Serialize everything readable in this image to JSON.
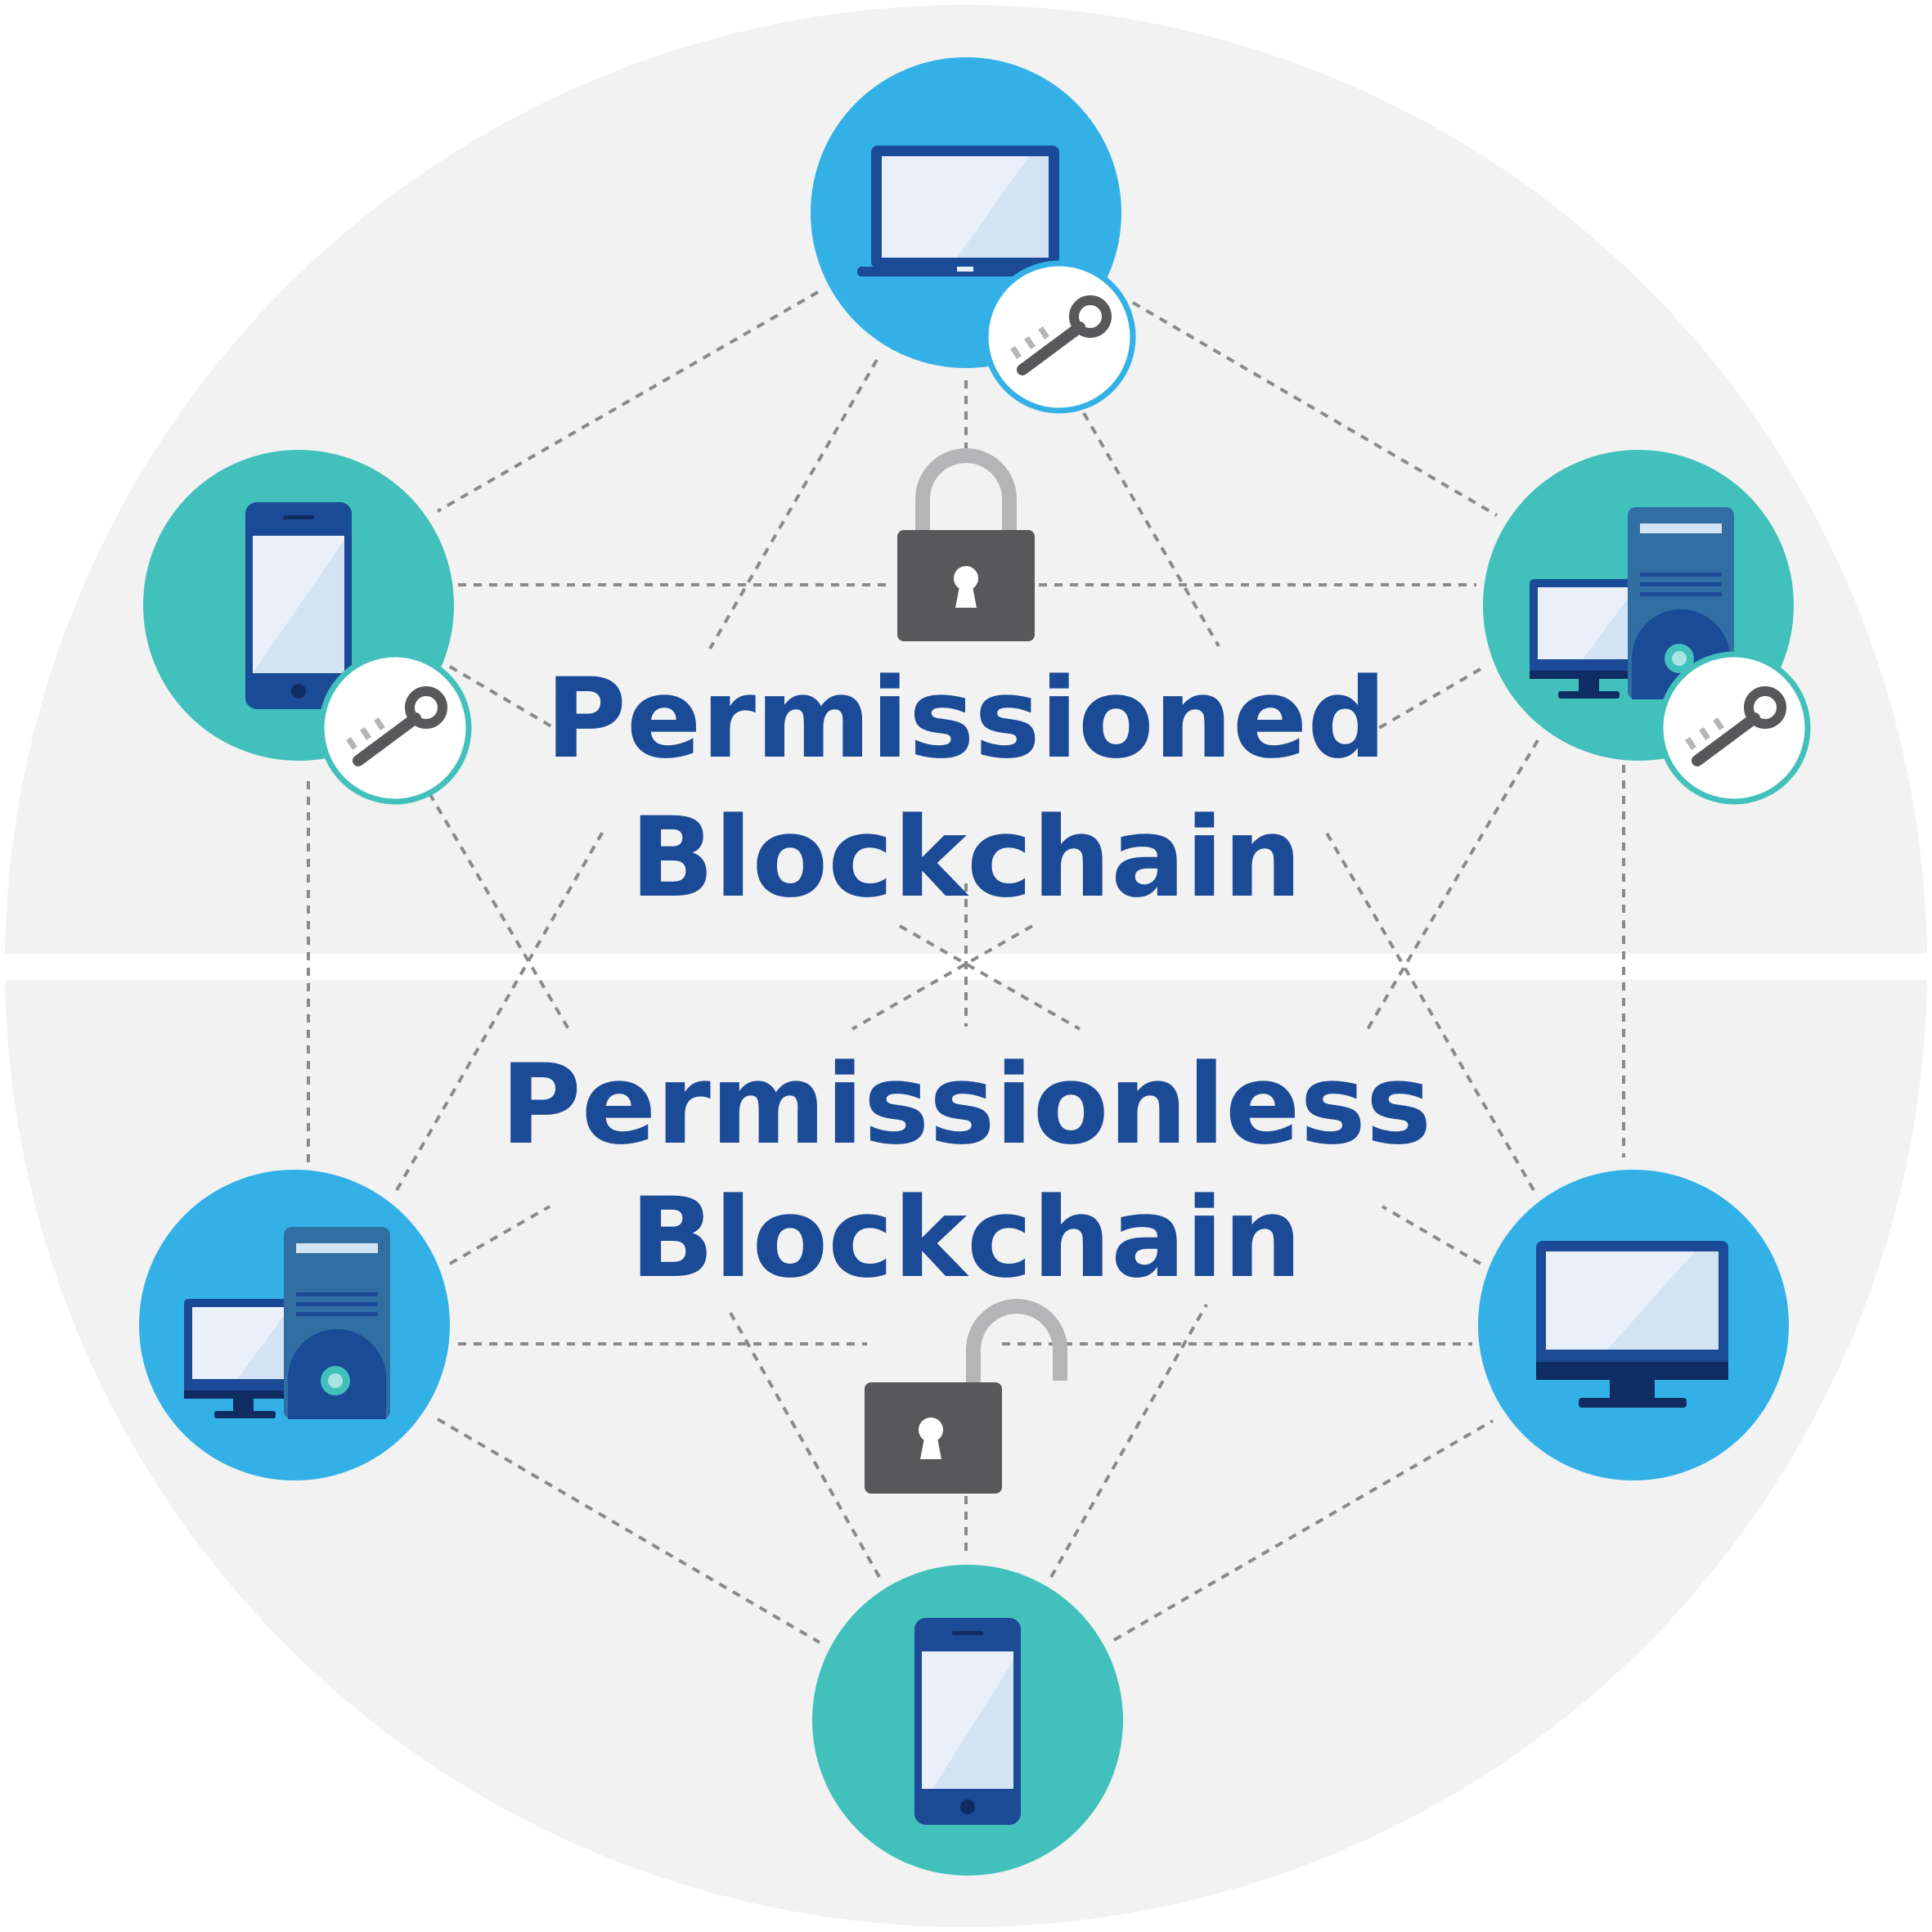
{
  "colors": {
    "background_disc": "#f2f2f2",
    "divider": "#ffffff",
    "node_blue": "#33b1e6",
    "node_teal": "#42c0bc",
    "device_dark": "#1b4a96",
    "device_screen": "#e9f0fa",
    "device_screen_shade": "#d4e3f3",
    "tower_blue": "#306ea4",
    "lock_body": "#58585a",
    "lock_shackle": "#b5b5b7",
    "key": "#58585a",
    "key_teeth": "#b5b5b7",
    "connection_line": "#8a8a8a",
    "label_text": "#1b4a96"
  },
  "labels": {
    "permissioned_line1": "Permissioned",
    "permissioned_line2": "Blockchain",
    "permissionless_line1": "Permissionless",
    "permissionless_line2": "Blockchain"
  },
  "nodes": [
    {
      "id": "top",
      "device": "laptop-icon",
      "fill": "blue",
      "has_key": true
    },
    {
      "id": "upper-left",
      "device": "smartphone-icon",
      "fill": "teal",
      "has_key": true
    },
    {
      "id": "upper-right",
      "device": "desktop-tower-icon",
      "fill": "teal",
      "has_key": true
    },
    {
      "id": "lower-left",
      "device": "desktop-tower-icon",
      "fill": "blue",
      "has_key": false
    },
    {
      "id": "lower-right",
      "device": "monitor-icon",
      "fill": "blue",
      "has_key": false
    },
    {
      "id": "bottom",
      "device": "smartphone-icon",
      "fill": "teal",
      "has_key": false
    }
  ],
  "locks": [
    {
      "id": "closed",
      "icon": "padlock-closed-icon",
      "state": "locked"
    },
    {
      "id": "open",
      "icon": "padlock-open-icon",
      "state": "unlocked"
    }
  ]
}
